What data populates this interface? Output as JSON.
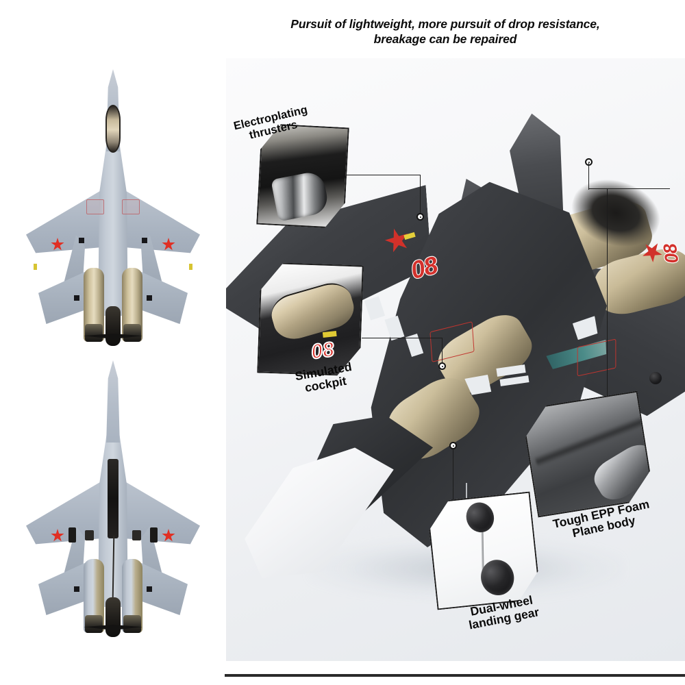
{
  "page": {
    "title": "RC Fighter Jet Product Feature Graphic",
    "background_color": "#ffffff"
  },
  "header": {
    "headline_line1": "Pursuit of lightweight, more pursuit of drop resistance,",
    "headline_line2": "breakage can be repaired",
    "menu_icon": "hamburger-menu-icon"
  },
  "left_panel": {
    "views": [
      {
        "name": "top-view",
        "description": "Top-down view of RC fighter jet, light blue-gray airframe",
        "livery_color": "#b3bcc8",
        "star_color": "#e03024",
        "canopy_color": "#e2d6bb",
        "engine_color": "#e6dcc0"
      },
      {
        "name": "bottom-view",
        "description": "Underside view of RC fighter jet showing servos and wiring",
        "livery_color": "#b3bcc8",
        "star_color": "#e03024",
        "canopy_color": "#35312c",
        "engine_color": "#cfd6de"
      }
    ]
  },
  "hero": {
    "aircraft": {
      "name": "su-35-rc-plane",
      "body_color": "#35373a",
      "nose_color": "#ffffff",
      "nozzle_color": "#cdbf9c",
      "accent_teal": "#4f9a96"
    },
    "markings": {
      "fuselage_number": "08",
      "wing_number": "08",
      "star_insignia_color": "#d1312a",
      "red_panel_outline_color": "#c1352f",
      "yellow_marker_color": "#e4cf3a"
    }
  },
  "callouts": [
    {
      "id": "electroplating-thrusters",
      "label_line1": "Electroplating",
      "label_line2": "thrusters",
      "detail_caption": "Chrome electroplated exhaust nozzle close-up"
    },
    {
      "id": "simulated-cockpit",
      "label_line1": "Simulated",
      "label_line2": "cockpit",
      "detail_caption": "Gold tinted canopy with red 08 number",
      "detail_number": "08"
    },
    {
      "id": "tough-epp-foam-plane-body",
      "label_line1": "Tough EPP Foam",
      "label_line2": "Plane body",
      "detail_caption": "Dark gray EPP foam fuselage surface texture"
    },
    {
      "id": "dual-wheel-landing-gear",
      "label_line1": "Dual-wheel",
      "label_line2": "landing gear",
      "detail_caption": "Two black wheels on a thin metal strut"
    }
  ],
  "footer": {
    "divider_color": "#2a2a2a"
  }
}
